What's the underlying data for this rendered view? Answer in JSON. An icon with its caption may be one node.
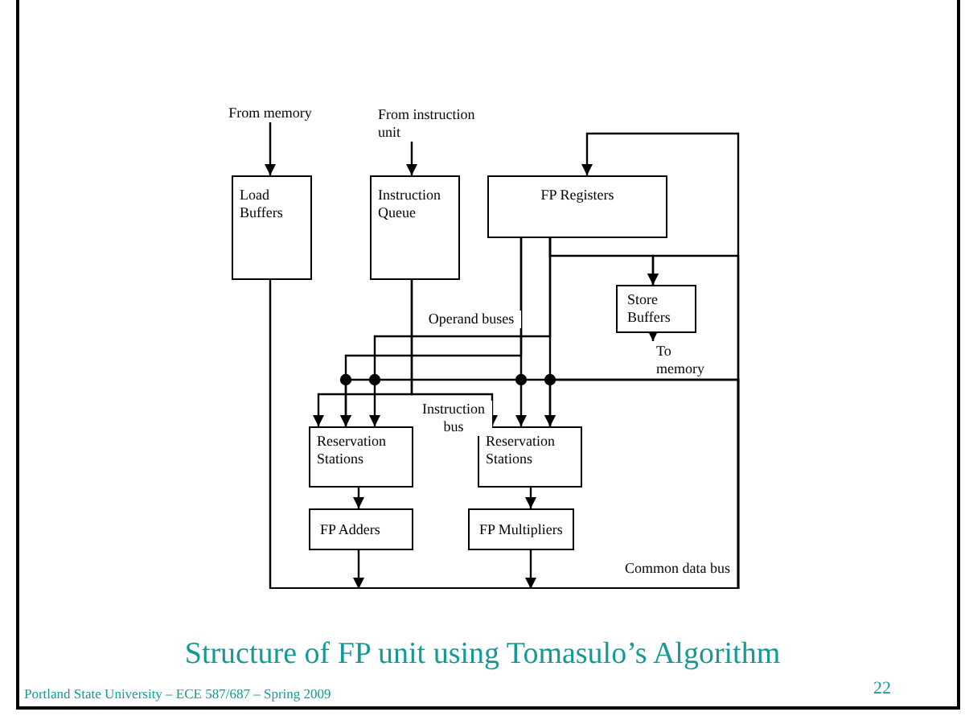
{
  "diagram": {
    "caption": "Structure of FP unit using Tomasulo’s Algorithm",
    "nodes": [
      {
        "text": [
          "From memory"
        ]
      },
      {
        "text": [
          "From instruction unit"
        ]
      },
      {
        "text": [
          "Load Buffers"
        ]
      },
      {
        "text": [
          "Instruction Queue"
        ]
      },
      {
        "text": [
          "FP Registers"
        ]
      },
      {
        "text": [
          "Store Buffers"
        ]
      },
      {
        "text": [
          "To memory"
        ]
      },
      {
        "text": [
          "Reservation Stations"
        ]
      },
      {
        "text": [
          "Reservation Stations"
        ]
      },
      {
        "text": [
          "FP Adders"
        ]
      },
      {
        "text": [
          "FP Multipliers"
        ]
      },
      {
        "text": [
          "Common data bus"
        ]
      }
    ],
    "edges": [
      {
        "from": 0,
        "to": 2,
        "arrow": "to"
      },
      {
        "from": 1,
        "to": 3,
        "arrow": "to"
      },
      {
        "from": 2,
        "to": 11,
        "arrow": "none"
      },
      {
        "from": 3,
        "to": 7,
        "arrow": "to"
      },
      {
        "from": 3,
        "to": 8,
        "arrow": "to",
        "label": "Instruction bus"
      },
      {
        "from": 4,
        "to": 7,
        "arrow": "to"
      },
      {
        "from": 4,
        "to": 8,
        "arrow": "to"
      },
      {
        "from": 4,
        "to": 7,
        "arrow": "to",
        "label": "Operand buses"
      },
      {
        "from": 4,
        "to": 8,
        "arrow": "to"
      },
      {
        "from": 4,
        "to": 5,
        "arrow": "to"
      },
      {
        "from": 11,
        "to": 4,
        "arrow": "to"
      },
      {
        "from": 11,
        "to": 5,
        "arrow": "to"
      },
      {
        "from": 11,
        "to": 7,
        "arrow": "to"
      },
      {
        "from": 11,
        "to": 8,
        "arrow": "to"
      },
      {
        "from": 7,
        "to": 9,
        "arrow": "to"
      },
      {
        "from": 8,
        "to": 10,
        "arrow": "to"
      },
      {
        "from": 9,
        "to": 11,
        "arrow": "to"
      },
      {
        "from": 10,
        "to": 11,
        "arrow": "to"
      },
      {
        "from": 5,
        "to": 6,
        "arrow": "to"
      }
    ],
    "labels": [
      "Portland State University – ECE 587/687 – Spring 2009",
      "22"
    ]
  }
}
